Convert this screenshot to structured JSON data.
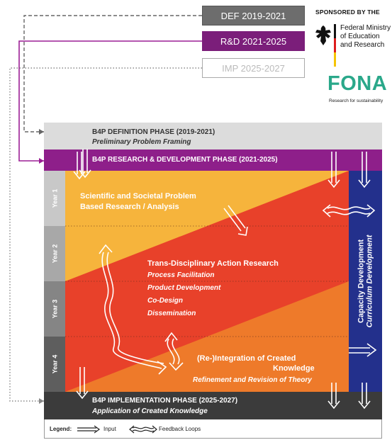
{
  "top_labels": {
    "def": "DEF 2019-2021",
    "rd": "R&D 2021-2025",
    "imp": "IMP 2025-2027"
  },
  "sponsor": {
    "sponsored_by": "SPONSORED BY THE",
    "ministry_line1": "Federal Ministry",
    "ministry_line2": "of Education",
    "ministry_line3": "and Research",
    "fona": "FONA",
    "fona_sub": "Research for sustainability"
  },
  "phases": {
    "definition_title": "B4P DEFINITION PHASE (2019-2021)",
    "definition_sub": "Preliminary Problem Framing",
    "rd_title": "B4P RESEARCH & DEVELOPMENT PHASE (2021-2025)",
    "implementation_title": "B4P IMPLEMENTATION PHASE (2025-2027)",
    "implementation_sub": "Application of Created Knowledge"
  },
  "years": [
    "Year 1",
    "Year 2",
    "Year 3",
    "Year 4"
  ],
  "blocks": {
    "scientific_line1": "Scientific and Societal Problem",
    "scientific_line2": "Based Research / Analysis",
    "tdar_title": "Trans-Disciplinary Action Research",
    "tdar_items": [
      "Process Facilitation",
      "Product Development",
      "Co-Design",
      "Dissemination"
    ],
    "reint_line1": "(Re-)Integration of Created",
    "reint_line2": "Knowledge",
    "reint_sub": "Refinement and Revision of Theory"
  },
  "side": {
    "capacity": "Capacity Development",
    "curriculum": "Curriculum Development"
  },
  "legend": {
    "label": "Legend:",
    "input": "Input",
    "feedback": "Feedback Loops"
  },
  "colors": {
    "def_gray": "#6d6d6d",
    "rd_purple": "#7b1e7a",
    "imp_dark": "#3b3b3b",
    "yellow": "#f6b43c",
    "red": "#e8412a",
    "orange": "#ee7a2a",
    "navy": "#23308c",
    "fona_green": "#2aa88a"
  }
}
